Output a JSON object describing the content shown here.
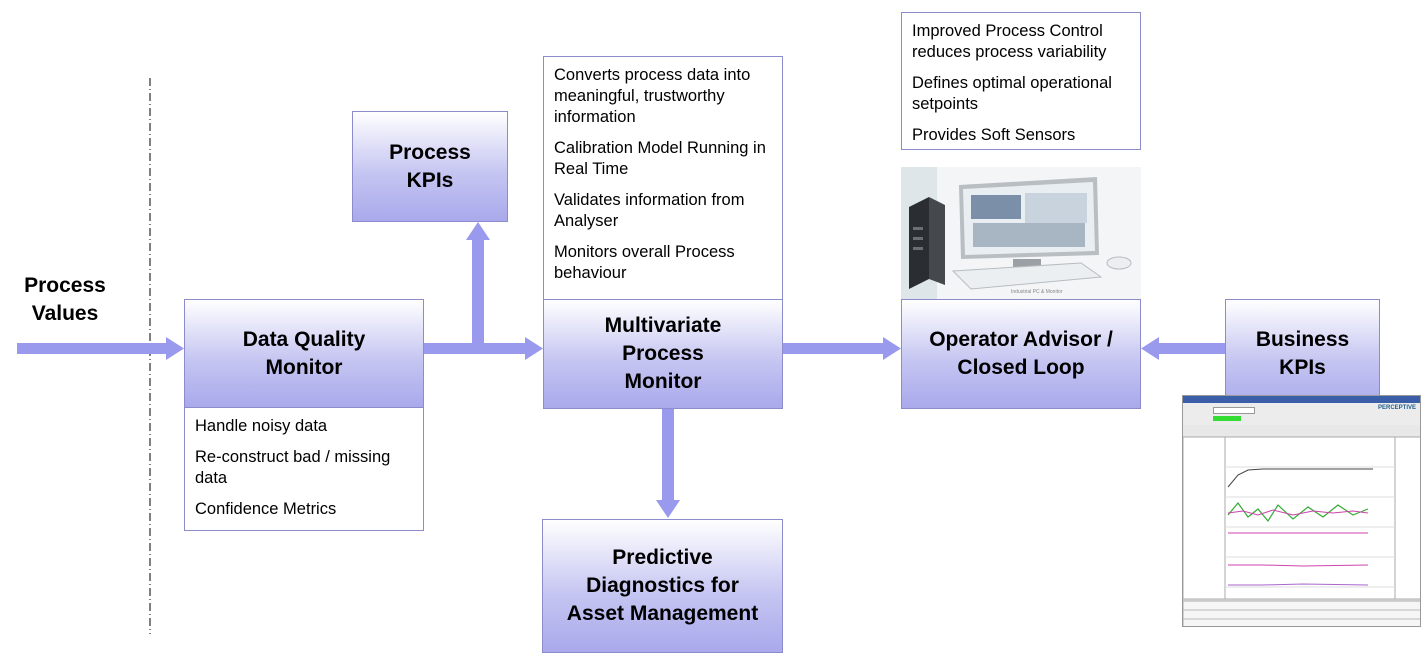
{
  "process_values": {
    "line1": "Process",
    "line2": "Values"
  },
  "data_quality_monitor": {
    "title1": "Data Quality",
    "title2": "Monitor",
    "notes": [
      "Handle noisy data",
      "Re-construct bad / missing data",
      "Confidence Metrics"
    ]
  },
  "process_kpis": {
    "line1": "Process",
    "line2": "KPIs"
  },
  "multivariate_monitor": {
    "title1": "Multivariate",
    "title2": "Process",
    "title3": "Monitor",
    "notes": [
      "Converts process data into meaningful, trustworthy information",
      "Calibration Model Running in Real Time",
      "Validates information from Analyser",
      "Monitors overall Process behaviour"
    ]
  },
  "predictive_diagnostics": {
    "line1": "Predictive",
    "line2": "Diagnostics for",
    "line3": "Asset Management"
  },
  "operator_advisor": {
    "title1": "Operator Advisor /",
    "title2": "Closed Loop",
    "notes": [
      "Improved Process Control reduces process variability",
      "Defines optimal operational setpoints",
      "Provides Soft Sensors"
    ]
  },
  "business_kpis": {
    "line1": "Business",
    "line2": "KPIs"
  },
  "computer_image": {
    "caption": "Industrial PC & Monitor"
  },
  "hmi_screenshot": {
    "brand": "PERCEPTIVE"
  },
  "colors": {
    "arrow": "#9999ee",
    "box_border": "#8c8ccc",
    "box_fill": "#b3b3ee"
  }
}
